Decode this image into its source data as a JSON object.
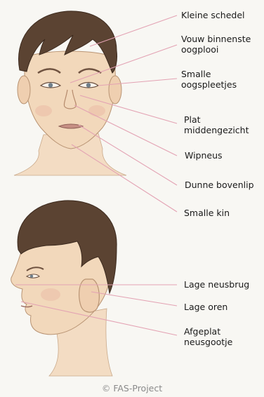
{
  "front_labels": [
    {
      "id": "kleine-schedel",
      "text": "Kleine schedel"
    },
    {
      "id": "vouw-binnenste-oogplooi",
      "text": "Vouw binnenste\noogplooi"
    },
    {
      "id": "smalle-oogspleetjes",
      "text": "Smalle\noogspleetjes"
    },
    {
      "id": "plat-middengezicht",
      "text": "Plat\nmiddengezicht"
    },
    {
      "id": "wipneus",
      "text": "Wipneus"
    },
    {
      "id": "dunne-bovenlip",
      "text": "Dunne bovenlip"
    },
    {
      "id": "smalle-kin",
      "text": "Smalle kin"
    }
  ],
  "side_labels": [
    {
      "id": "lage-neusbrug",
      "text": "Lage neusbrug"
    },
    {
      "id": "lage-oren",
      "text": "Lage oren"
    },
    {
      "id": "afgeplat-neusgootje",
      "text": "Afgeplat\nneusgootje"
    }
  ],
  "credit": "© FAS-Project",
  "colors": {
    "leader_line": "#e3a2b3",
    "skin": "#f1d9bf",
    "hair": "#5b4332",
    "background": "#f8f7f3"
  }
}
